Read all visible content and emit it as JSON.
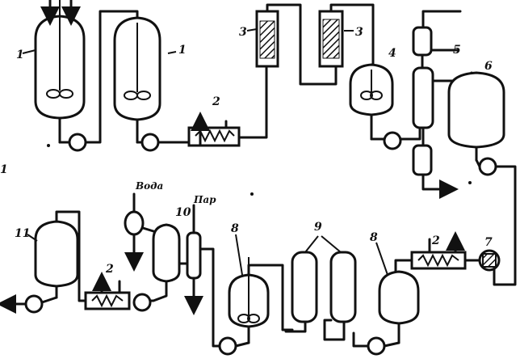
{
  "labels": {
    "n1a": "1",
    "n1b": "1",
    "n2a": "2",
    "n2b": "2",
    "n2c": "2",
    "n3a": "3",
    "n3b": "3",
    "n4": "4",
    "n5": "5",
    "n6": "6",
    "n7": "7",
    "n8a": "8",
    "n8b": "8",
    "n9": "9",
    "n10": "10",
    "n11": "11",
    "edge": "1",
    "water": "Вода",
    "steam": "Пар"
  },
  "colors": {
    "line": "#111111",
    "background": "#ffffff",
    "packing": "#111111"
  }
}
